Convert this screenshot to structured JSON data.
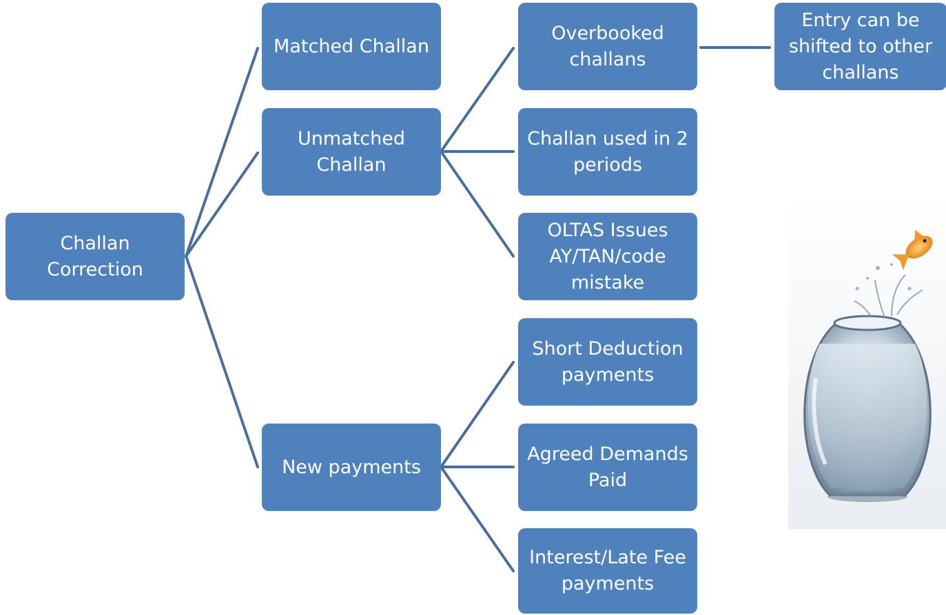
{
  "colors": {
    "node_fill": "#4f81bd",
    "connector": "#4a6da0",
    "text": "#ffffff"
  },
  "nodes": {
    "root": "Challan\nCorrection",
    "matched": "Matched Challan",
    "unmatched": "Unmatched\nChallan",
    "new_payments": "New payments",
    "overbooked": "Overbooked\nchallans",
    "used_two_periods": "Challan used in 2\nperiods",
    "oltas": "OLTAS Issues\nAY/TAN/code\nmistake",
    "short_deduction": "Short Deduction\npayments",
    "agreed_demands": "Agreed Demands\nPaid",
    "interest_late_fee": "Interest/Late Fee\npayments",
    "entry_shift": "Entry can be\nshifted to other\nchallans"
  },
  "image": {
    "icon": "fishbowl-goldfish-jumping-icon"
  }
}
